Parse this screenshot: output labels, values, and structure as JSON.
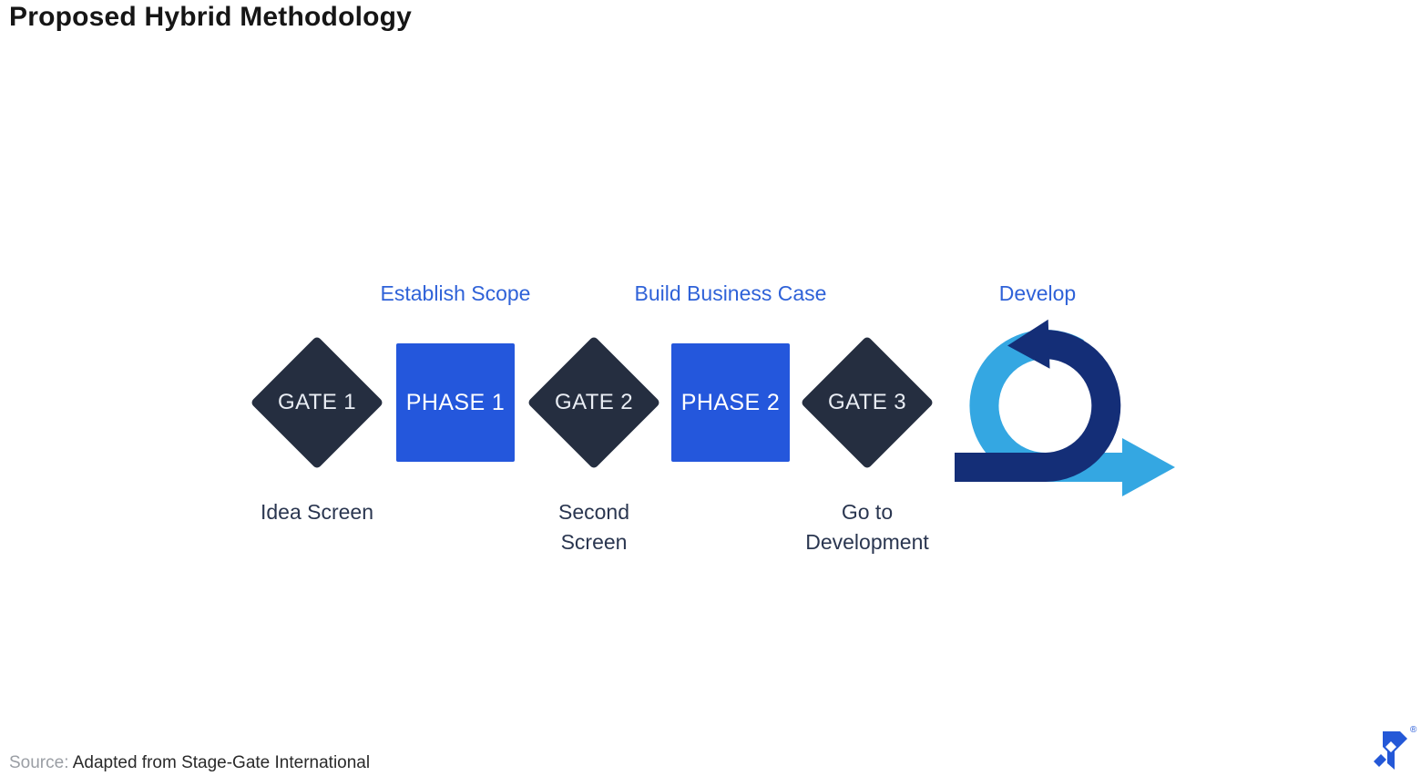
{
  "title": {
    "text": "Proposed Hybrid Methodology"
  },
  "diagram": {
    "top_labels": [
      {
        "text": "Establish Scope"
      },
      {
        "text": "Build Business Case"
      },
      {
        "text": "Develop"
      }
    ],
    "gates": [
      {
        "label": "GATE 1",
        "sublabel": "Idea Screen"
      },
      {
        "label": "GATE 2",
        "sublabel": "Second Screen"
      },
      {
        "label": "GATE 3",
        "sublabel": "Go to Development"
      }
    ],
    "phases": [
      {
        "label": "PHASE 1"
      },
      {
        "label": "PHASE 2"
      }
    ],
    "loop_icon": "agile-loop-icon"
  },
  "footer": {
    "source_prefix": "Source:",
    "source_text": "Adapted from Stage-Gate International",
    "logo": "toptal-logo",
    "registered_mark": "®"
  },
  "colors": {
    "accent_blue_text": "#2F62D8",
    "phase_blue": "#2457DC",
    "gate_navy": "#252E40",
    "label_dark": "#2A3650",
    "loop_light_blue": "#34A7E2",
    "loop_dark_navy": "#142E77",
    "logo_blue": "#2458D7",
    "source_prefix_gray": "#9A9EA4",
    "title_black": "#161616"
  }
}
